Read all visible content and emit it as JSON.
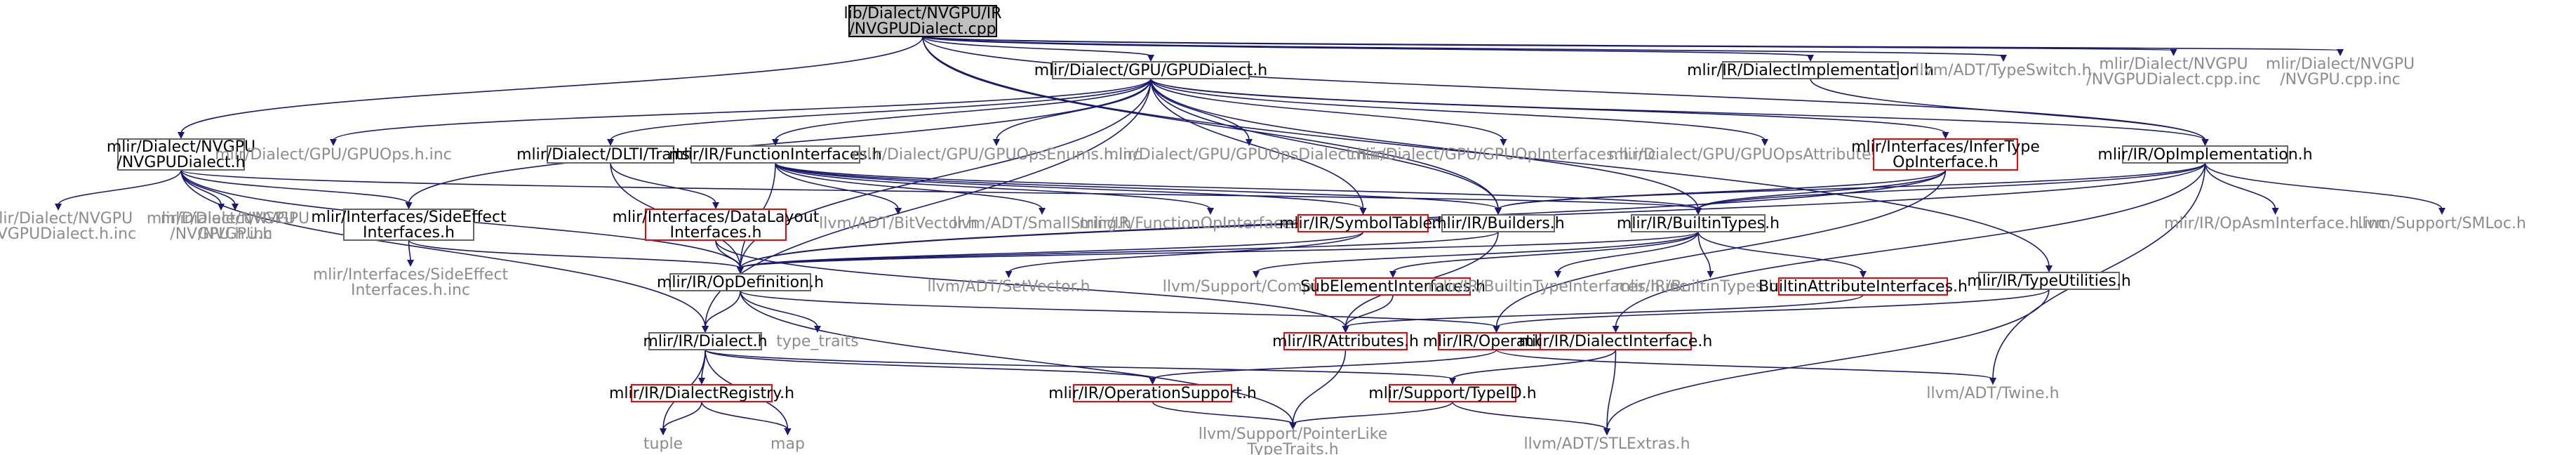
{
  "nodes": [
    {
      "id": "root",
      "lines": [
        "lib/Dialect/NVGPU/IR",
        "/NVGPUDialect.cpp"
      ],
      "style": "root"
    },
    {
      "id": "gpudialect",
      "lines": [
        "mlir/Dialect/GPU/GPUDialect.h"
      ],
      "style": "box"
    },
    {
      "id": "nvgpudialect_h",
      "lines": [
        "mlir/Dialect/NVGPU",
        "/NVGPUDialect.h"
      ],
      "style": "box"
    },
    {
      "id": "dialectimpl",
      "lines": [
        "mlir/IR/DialectImplementation.h"
      ],
      "style": "box"
    },
    {
      "id": "typeswitch",
      "lines": [
        "llvm/ADT/TypeSwitch.h"
      ],
      "style": "grey"
    },
    {
      "id": "nvgpudialect_cpp_inc",
      "lines": [
        "mlir/Dialect/NVGPU",
        "/NVGPUDialect.cpp.inc"
      ],
      "style": "grey"
    },
    {
      "id": "nvgpu_cpp_inc",
      "lines": [
        "mlir/Dialect/NVGPU",
        "/NVGPU.cpp.inc"
      ],
      "style": "grey"
    },
    {
      "id": "gpuops_inc",
      "lines": [
        "mlir/Dialect/GPU/GPUOps.h.inc"
      ],
      "style": "grey"
    },
    {
      "id": "dlti",
      "lines": [
        "mlir/Dialect/DLTI/Traits.h"
      ],
      "style": "box"
    },
    {
      "id": "funcifaces",
      "lines": [
        "mlir/IR/FunctionInterfaces.h"
      ],
      "style": "box"
    },
    {
      "id": "gpuopsenums",
      "lines": [
        "mlir/Dialect/GPU/GPUOpsEnums.h.inc"
      ],
      "style": "grey"
    },
    {
      "id": "gpuopsdialect",
      "lines": [
        "mlir/Dialect/GPU/GPUOpsDialect.h.inc"
      ],
      "style": "grey"
    },
    {
      "id": "gpuopifaces",
      "lines": [
        "mlir/Dialect/GPU/GPUOpInterfaces.h.inc"
      ],
      "style": "grey"
    },
    {
      "id": "gpuopsattrs",
      "lines": [
        "mlir/Dialect/GPU/GPUOpsAttributes.h.inc"
      ],
      "style": "grey"
    },
    {
      "id": "infertype",
      "lines": [
        "mlir/Interfaces/InferType",
        "OpInterface.h"
      ],
      "style": "red"
    },
    {
      "id": "opimpl",
      "lines": [
        "mlir/IR/OpImplementation.h"
      ],
      "style": "box"
    },
    {
      "id": "nvgpudialect_h_inc",
      "lines": [
        "mlir/Dialect/NVGPU",
        "/NVGPUDialect.h.inc"
      ],
      "style": "grey"
    },
    {
      "id": "nvgpu_h_inc",
      "lines": [
        "mlir/Dialect/NVGPU",
        "/NVGPU.h.inc"
      ],
      "style": "grey"
    },
    {
      "id": "nvgpu_h",
      "lines": [
        "mlir/Dialect/NVGPU",
        "/NVGPU.h"
      ],
      "style": "grey"
    },
    {
      "id": "sideeffect",
      "lines": [
        "mlir/Interfaces/SideEffect",
        "Interfaces.h"
      ],
      "style": "box"
    },
    {
      "id": "datalayout",
      "lines": [
        "mlir/Interfaces/DataLayout",
        "Interfaces.h"
      ],
      "style": "red"
    },
    {
      "id": "bitvector",
      "lines": [
        "llvm/ADT/BitVector.h"
      ],
      "style": "grey"
    },
    {
      "id": "smallstring",
      "lines": [
        "llvm/ADT/SmallString.h"
      ],
      "style": "grey"
    },
    {
      "id": "funcopifaces",
      "lines": [
        "mlir/IR/FunctionOpInterfaces.h.inc"
      ],
      "style": "grey"
    },
    {
      "id": "symboltable",
      "lines": [
        "mlir/IR/SymbolTable.h"
      ],
      "style": "red"
    },
    {
      "id": "builders",
      "lines": [
        "mlir/IR/Builders.h"
      ],
      "style": "box"
    },
    {
      "id": "builtintypes",
      "lines": [
        "mlir/IR/BuiltinTypes.h"
      ],
      "style": "box"
    },
    {
      "id": "opasmiface",
      "lines": [
        "mlir/IR/OpAsmInterface.h.inc"
      ],
      "style": "grey"
    },
    {
      "id": "smloc",
      "lines": [
        "llvm/Support/SMLoc.h"
      ],
      "style": "grey"
    },
    {
      "id": "sideeffect_inc",
      "lines": [
        "mlir/Interfaces/SideEffect",
        "Interfaces.h.inc"
      ],
      "style": "grey"
    },
    {
      "id": "opdefinition",
      "lines": [
        "mlir/IR/OpDefinition.h"
      ],
      "style": "box"
    },
    {
      "id": "setvector",
      "lines": [
        "llvm/ADT/SetVector.h"
      ],
      "style": "grey"
    },
    {
      "id": "compiler",
      "lines": [
        "llvm/Support/Compiler.h"
      ],
      "style": "grey"
    },
    {
      "id": "subelement",
      "lines": [
        "SubElementInterfaces.h"
      ],
      "style": "red"
    },
    {
      "id": "builtintypeifaces",
      "lines": [
        "mlir/IR/BuiltinTypeInterfaces.h.inc"
      ],
      "style": "grey"
    },
    {
      "id": "builtintypes_inc",
      "lines": [
        "mlir/IR/BuiltinTypes.h.inc"
      ],
      "style": "grey"
    },
    {
      "id": "builtinattrifaces",
      "lines": [
        "BuiltinAttributeInterfaces.h"
      ],
      "style": "red"
    },
    {
      "id": "typeutils",
      "lines": [
        "mlir/IR/TypeUtilities.h"
      ],
      "style": "box"
    },
    {
      "id": "type_traits",
      "lines": [
        "type_traits"
      ],
      "style": "grey"
    },
    {
      "id": "attributes",
      "lines": [
        "mlir/IR/Attributes.h"
      ],
      "style": "red"
    },
    {
      "id": "operation",
      "lines": [
        "mlir/IR/Operation.h"
      ],
      "style": "red"
    },
    {
      "id": "dialectiface",
      "lines": [
        "mlir/IR/DialectInterface.h"
      ],
      "style": "red"
    },
    {
      "id": "dialect",
      "lines": [
        "mlir/IR/Dialect.h"
      ],
      "style": "box"
    },
    {
      "id": "dialectregistry",
      "lines": [
        "mlir/IR/DialectRegistry.h"
      ],
      "style": "red"
    },
    {
      "id": "opsupport",
      "lines": [
        "mlir/IR/OperationSupport.h"
      ],
      "style": "red"
    },
    {
      "id": "typeid",
      "lines": [
        "mlir/Support/TypeID.h"
      ],
      "style": "red"
    },
    {
      "id": "twine",
      "lines": [
        "llvm/ADT/Twine.h"
      ],
      "style": "grey"
    },
    {
      "id": "tuple",
      "lines": [
        "tuple"
      ],
      "style": "grey"
    },
    {
      "id": "map",
      "lines": [
        "map"
      ],
      "style": "grey"
    },
    {
      "id": "pointerlike",
      "lines": [
        "llvm/Support/PointerLike",
        "TypeTraits.h"
      ],
      "style": "grey"
    },
    {
      "id": "stlextras",
      "lines": [
        "llvm/ADT/STLExtras.h"
      ],
      "style": "grey"
    }
  ],
  "edges": [
    [
      "root",
      "gpudialect"
    ],
    [
      "root",
      "nvgpudialect_h"
    ],
    [
      "root",
      "dialectimpl"
    ],
    [
      "root",
      "typeswitch"
    ],
    [
      "root",
      "nvgpudialect_cpp_inc"
    ],
    [
      "root",
      "nvgpu_cpp_inc"
    ],
    [
      "root",
      "opimpl"
    ],
    [
      "root",
      "builders"
    ],
    [
      "root",
      "typeutils"
    ],
    [
      "gpudialect",
      "gpuops_inc"
    ],
    [
      "gpudialect",
      "dlti"
    ],
    [
      "gpudialect",
      "funcifaces"
    ],
    [
      "gpudialect",
      "gpuopsenums"
    ],
    [
      "gpudialect",
      "gpuopsdialect"
    ],
    [
      "gpudialect",
      "gpuopifaces"
    ],
    [
      "gpudialect",
      "gpuopsattrs"
    ],
    [
      "gpudialect",
      "infertype"
    ],
    [
      "gpudialect",
      "opimpl"
    ],
    [
      "gpudialect",
      "sideeffect"
    ],
    [
      "gpudialect",
      "builders"
    ],
    [
      "gpudialect",
      "builtintypes"
    ],
    [
      "gpudialect",
      "symboltable"
    ],
    [
      "gpudialect",
      "opdefinition"
    ],
    [
      "gpudialect",
      "dialect"
    ],
    [
      "nvgpudialect_h",
      "nvgpudialect_h_inc"
    ],
    [
      "nvgpudialect_h",
      "nvgpu_h_inc"
    ],
    [
      "nvgpudialect_h",
      "nvgpu_h"
    ],
    [
      "nvgpudialect_h",
      "sideeffect"
    ],
    [
      "nvgpudialect_h",
      "opdefinition"
    ],
    [
      "nvgpudialect_h",
      "dialect"
    ],
    [
      "nvgpudialect_h",
      "builtintypes"
    ],
    [
      "dialectimpl",
      "opimpl"
    ],
    [
      "dlti",
      "datalayout"
    ],
    [
      "dlti",
      "opdefinition"
    ],
    [
      "funcifaces",
      "bitvector"
    ],
    [
      "funcifaces",
      "smallstring"
    ],
    [
      "funcifaces",
      "funcopifaces"
    ],
    [
      "funcifaces",
      "symboltable"
    ],
    [
      "funcifaces",
      "builders"
    ],
    [
      "funcifaces",
      "builtintypes"
    ],
    [
      "funcifaces",
      "opdefinition"
    ],
    [
      "infertype",
      "builders"
    ],
    [
      "infertype",
      "builtintypes"
    ],
    [
      "infertype",
      "opdefinition"
    ],
    [
      "infertype",
      "operation"
    ],
    [
      "opimpl",
      "opasmiface"
    ],
    [
      "opimpl",
      "smloc"
    ],
    [
      "opimpl",
      "builtintypes"
    ],
    [
      "opimpl",
      "opdefinition"
    ],
    [
      "opimpl",
      "dialectiface"
    ],
    [
      "opimpl",
      "twine"
    ],
    [
      "opimpl",
      "builders"
    ],
    [
      "sideeffect",
      "sideeffect_inc"
    ],
    [
      "sideeffect",
      "opdefinition"
    ],
    [
      "datalayout",
      "opdefinition"
    ],
    [
      "datalayout",
      "attributes"
    ],
    [
      "symboltable",
      "opdefinition"
    ],
    [
      "symboltable",
      "setvector"
    ],
    [
      "builders",
      "opdefinition"
    ],
    [
      "builders",
      "attributes"
    ],
    [
      "builtintypes",
      "compiler"
    ],
    [
      "builtintypes",
      "subelement"
    ],
    [
      "builtintypes",
      "builtintypeifaces"
    ],
    [
      "builtintypes",
      "builtintypes_inc"
    ],
    [
      "builtintypes",
      "builtinattrifaces"
    ],
    [
      "builtintypes",
      "opdefinition"
    ],
    [
      "subelement",
      "attributes"
    ],
    [
      "builtinattrifaces",
      "attributes"
    ],
    [
      "typeutils",
      "operation"
    ],
    [
      "typeutils",
      "stlextras"
    ],
    [
      "opdefinition",
      "dialect"
    ],
    [
      "opdefinition",
      "type_traits"
    ],
    [
      "opdefinition",
      "operation"
    ],
    [
      "opdefinition",
      "pointerlike"
    ],
    [
      "dialect",
      "dialectregistry"
    ],
    [
      "dialect",
      "opsupport"
    ],
    [
      "dialect",
      "typeid"
    ],
    [
      "dialect",
      "tuple"
    ],
    [
      "dialect",
      "map"
    ],
    [
      "dialectregistry",
      "tuple"
    ],
    [
      "dialectregistry",
      "map"
    ],
    [
      "operation",
      "opsupport"
    ],
    [
      "operation",
      "twine"
    ],
    [
      "dialectiface",
      "typeid"
    ],
    [
      "dialectiface",
      "stlextras"
    ],
    [
      "opsupport",
      "pointerlike"
    ],
    [
      "attributes",
      "pointerlike"
    ],
    [
      "typeid",
      "pointerlike"
    ],
    [
      "typeid",
      "stlextras"
    ]
  ]
}
